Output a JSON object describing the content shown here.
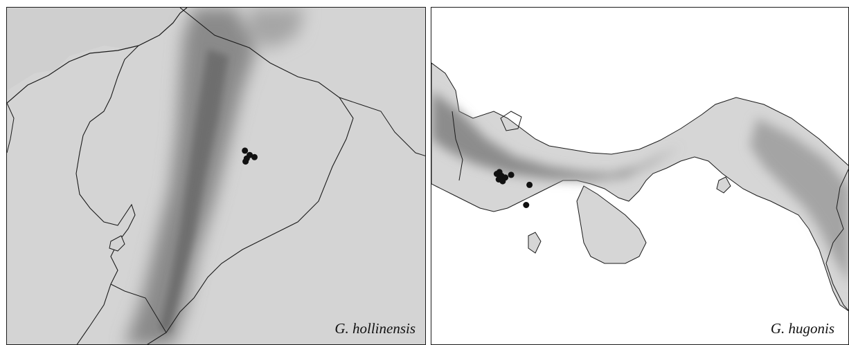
{
  "maps": [
    {
      "species_label": "G. hollinensis",
      "occurrence_points": [
        {
          "lat": -0.7,
          "lon": -77.63
        },
        {
          "lat": -0.8,
          "lon": -77.55
        },
        {
          "lat": -0.88,
          "lon": -77.6
        },
        {
          "lat": -0.95,
          "lon": -77.62
        },
        {
          "lat": -0.85,
          "lon": -77.47
        }
      ]
    },
    {
      "species_label": "G. hugonis",
      "occurrence_points": [
        {
          "lat": 8.78,
          "lon": -82.4
        },
        {
          "lat": 8.8,
          "lon": -82.36
        },
        {
          "lat": 8.76,
          "lon": -82.33
        },
        {
          "lat": 8.72,
          "lon": -82.37
        },
        {
          "lat": 8.7,
          "lon": -82.31
        },
        {
          "lat": 8.74,
          "lon": -82.27
        },
        {
          "lat": 8.77,
          "lon": -82.18
        },
        {
          "lat": 8.66,
          "lon": -81.9
        },
        {
          "lat": 8.44,
          "lon": -81.95
        }
      ]
    }
  ],
  "colors": {
    "land_low": "#d6d6d6",
    "land_high": "#7a7a7a",
    "sea_left": "#cfcfcf",
    "sea_right": "#ffffff",
    "border_line": "#1a1a1a",
    "occurrence_dot": "#111111"
  }
}
